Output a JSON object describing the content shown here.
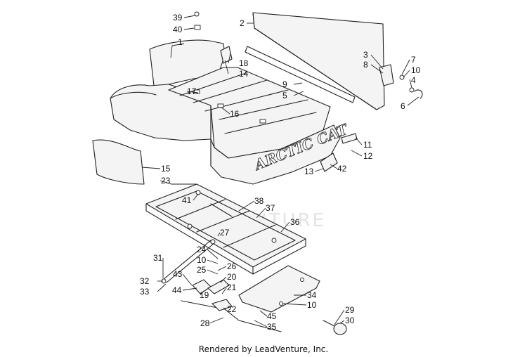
{
  "footer_text": "Rendered by LeadVenture, Inc.",
  "watermark_text": "VENTURE",
  "bed_decal_text": "ARCTIC CAT",
  "callouts": [
    {
      "id": "c39",
      "label": "39"
    },
    {
      "id": "c40",
      "label": "40"
    },
    {
      "id": "c1",
      "label": "1"
    },
    {
      "id": "c2",
      "label": "2"
    },
    {
      "id": "c18",
      "label": "18"
    },
    {
      "id": "c14",
      "label": "14"
    },
    {
      "id": "c3",
      "label": "3"
    },
    {
      "id": "c8",
      "label": "8"
    },
    {
      "id": "c7",
      "label": "7"
    },
    {
      "id": "c10a",
      "label": "10"
    },
    {
      "id": "c4",
      "label": "4"
    },
    {
      "id": "c9",
      "label": "9"
    },
    {
      "id": "c5",
      "label": "5"
    },
    {
      "id": "c6",
      "label": "6"
    },
    {
      "id": "c17",
      "label": "17"
    },
    {
      "id": "c16",
      "label": "16"
    },
    {
      "id": "c11",
      "label": "11"
    },
    {
      "id": "c12",
      "label": "12"
    },
    {
      "id": "c13",
      "label": "13"
    },
    {
      "id": "c42",
      "label": "42"
    },
    {
      "id": "c15",
      "label": "15"
    },
    {
      "id": "c23",
      "label": "23"
    },
    {
      "id": "c41",
      "label": "41"
    },
    {
      "id": "c38",
      "label": "38"
    },
    {
      "id": "c37",
      "label": "37"
    },
    {
      "id": "c36",
      "label": "36"
    },
    {
      "id": "c27",
      "label": "27"
    },
    {
      "id": "c31",
      "label": "31"
    },
    {
      "id": "c24",
      "label": "24"
    },
    {
      "id": "c10b",
      "label": "10"
    },
    {
      "id": "c26",
      "label": "26"
    },
    {
      "id": "c25",
      "label": "25"
    },
    {
      "id": "c43",
      "label": "43"
    },
    {
      "id": "c20",
      "label": "20"
    },
    {
      "id": "c32",
      "label": "32"
    },
    {
      "id": "c33",
      "label": "33"
    },
    {
      "id": "c44",
      "label": "44"
    },
    {
      "id": "c19",
      "label": "19"
    },
    {
      "id": "c21",
      "label": "21"
    },
    {
      "id": "c22",
      "label": "22"
    },
    {
      "id": "c34",
      "label": "34"
    },
    {
      "id": "c10c",
      "label": "10"
    },
    {
      "id": "c29",
      "label": "29"
    },
    {
      "id": "c30",
      "label": "30"
    },
    {
      "id": "c45",
      "label": "45"
    },
    {
      "id": "c35",
      "label": "35"
    },
    {
      "id": "c28",
      "label": "28"
    }
  ]
}
